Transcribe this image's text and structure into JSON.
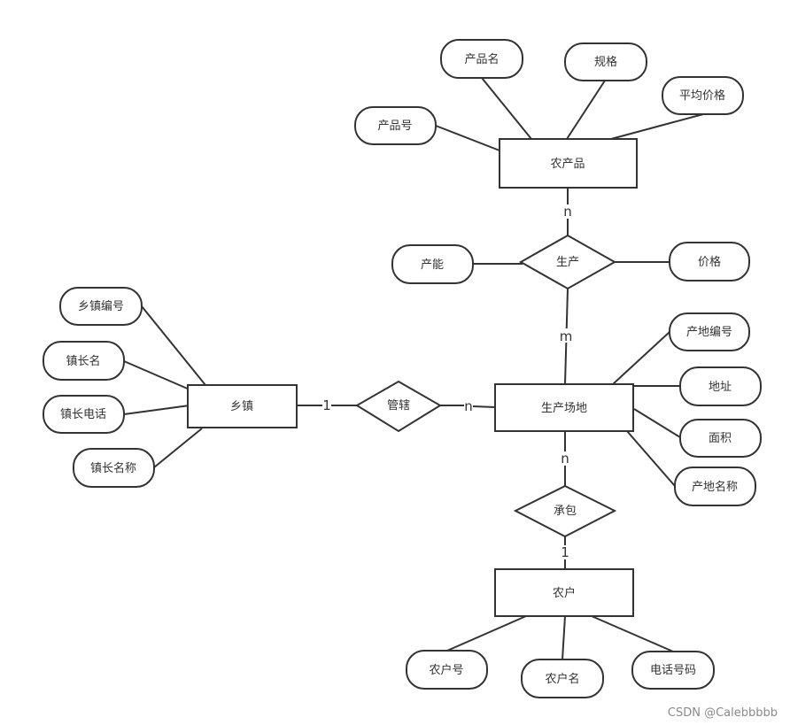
{
  "entities": {
    "product": "农产品",
    "site": "生产场地",
    "town": "乡镇",
    "farmer": "农户"
  },
  "relationships": {
    "produce": "生产",
    "govern": "管辖",
    "contract": "承包"
  },
  "attributes": {
    "product_name": "产品名",
    "spec": "规格",
    "avg_price": "平均价格",
    "product_no": "产品号",
    "capacity": "产能",
    "price": "价格",
    "town_no": "乡镇编号",
    "mayor_name": "镇长名",
    "mayor_phone": "镇长电话",
    "mayor_title": "镇长名称",
    "site_no": "产地编号",
    "address": "地址",
    "area": "面积",
    "site_name": "产地名称",
    "farmer_no": "农户号",
    "farmer_name": "农户名",
    "phone": "电话号码"
  },
  "cardinalities": {
    "product_produce": "n",
    "produce_site": "m",
    "town_govern": "1",
    "govern_site": "n",
    "site_contract": "n",
    "contract_farmer": "1"
  },
  "watermark": "CSDN @Calebbbbb"
}
